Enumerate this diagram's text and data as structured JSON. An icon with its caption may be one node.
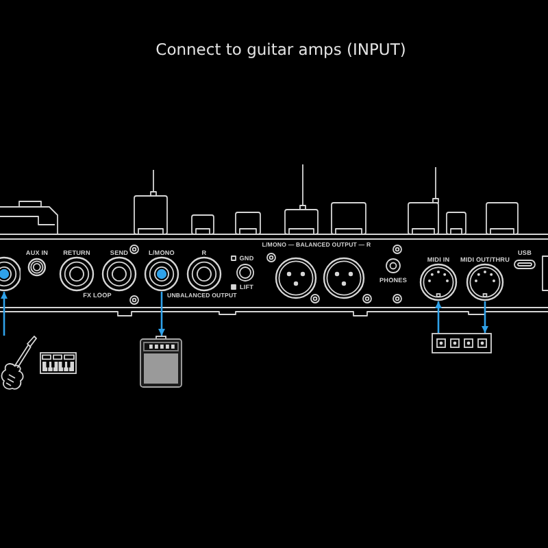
{
  "diagram": {
    "title": "Connect to guitar amps (INPUT)",
    "nodes": [
      {
        "text": [],
        "shape": "circle"
      },
      {
        "text": [
          "AUX IN"
        ]
      },
      {
        "text": [
          "RETURN"
        ]
      },
      {
        "text": [
          "SEND"
        ]
      },
      {
        "text": [
          "L/MONO"
        ]
      },
      {
        "text": [
          "R"
        ]
      },
      {
        "text": [
          "PHONES"
        ]
      },
      {
        "text": [
          "MIDI IN"
        ]
      },
      {
        "text": [
          "MIDI OUT/THRU"
        ]
      },
      {
        "text": [
          "USB"
        ]
      },
      {
        "text": [],
        "shape": "picture"
      },
      {
        "text": [],
        "shape": "picture"
      },
      {
        "text": [],
        "shape": "picture"
      },
      {
        "text": [],
        "shape": "picture"
      }
    ],
    "edges": [
      {
        "from": 10,
        "to": 0,
        "arrow": "to"
      },
      {
        "from": 4,
        "to": 12,
        "arrow": "to"
      },
      {
        "from": 13,
        "to": 7,
        "arrow": "to"
      },
      {
        "from": 8,
        "to": 13,
        "arrow": "to"
      }
    ],
    "labels": [
      "FX LOOP",
      "UNBALANCED OUTPUT",
      "GND",
      "LIFT",
      "L/MONO — BALANCED OUTPUT — R"
    ]
  }
}
